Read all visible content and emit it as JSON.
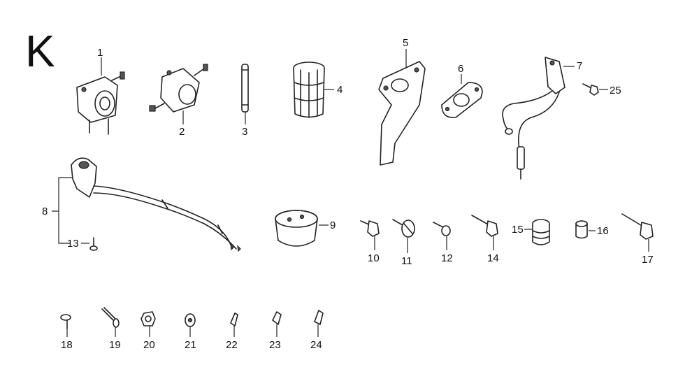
{
  "section_letter": "K",
  "labels": {
    "n1": "1",
    "n2": "2",
    "n3": "3",
    "n4": "4",
    "n5": "5",
    "n6": "6",
    "n7": "7",
    "n8": "8",
    "n9": "9",
    "n10": "10",
    "n11": "11",
    "n12": "12",
    "n13": "13",
    "n14": "14",
    "n15": "15",
    "n16": "16",
    "n17": "17",
    "n18": "18",
    "n19": "19",
    "n20": "20",
    "n21": "21",
    "n22": "22",
    "n23": "23",
    "n24": "24",
    "n25": "25"
  }
}
